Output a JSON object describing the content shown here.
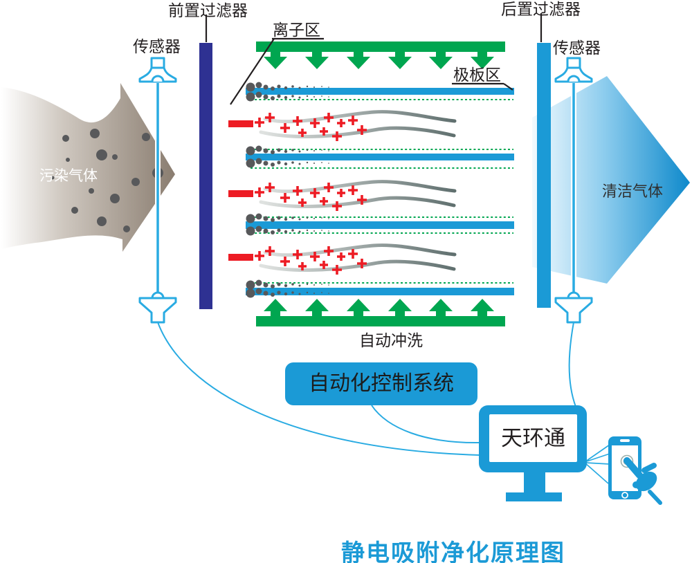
{
  "diagram": {
    "title": "静电吸附净化原理图",
    "labels": {
      "pre_filter": "前置过滤器",
      "post_filter": "后置过滤器",
      "sensor_left": "传感器",
      "sensor_right": "传感器",
      "ion_zone": "离子区",
      "plate_zone": "极板区",
      "polluted_gas": "污染气体",
      "clean_gas": "清洁气体",
      "auto_flush": "自动冲洗",
      "control_system": "自动化控制系统",
      "platform": "天环通"
    },
    "colors": {
      "accent_blue": "#1b9ad6",
      "sensor_cyan": "#29abe2",
      "pre_filter_navy": "#2e3192",
      "flush_green": "#00a650",
      "ion_red": "#ed1c24",
      "polluted_taupe": "#8a7d70",
      "text_dark": "#231f20",
      "title_blue": "#1b9ad6"
    },
    "icons": [
      "funnel-sensor-icon",
      "monitor-icon",
      "smartphone-icon",
      "touch-hand-icon",
      "tap-ripple-icon",
      "flow-arrow-icon"
    ]
  }
}
